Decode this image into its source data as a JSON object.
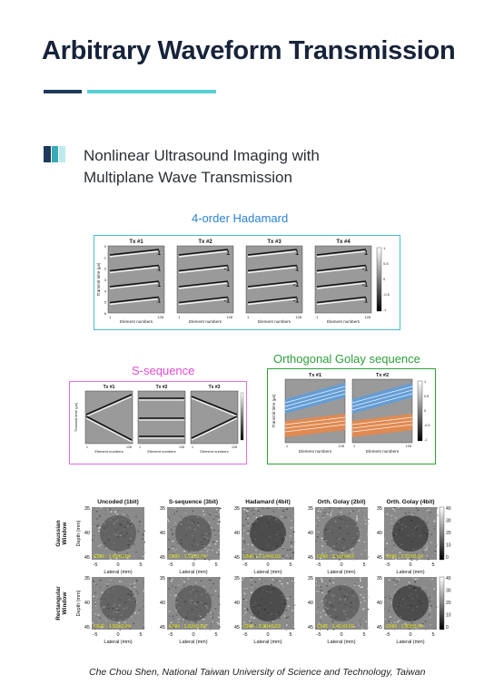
{
  "title": "Arbitrary Waveform Transmission",
  "subtitle_line1": "Nonlinear Ultrasound Imaging with",
  "subtitle_line2": "Multiplane Wave Transmission",
  "colors": {
    "title": "#17233a",
    "accent_dark": "#1d3a5c",
    "accent_light": "#58cfd3",
    "hadamard_border": "#48bcd8",
    "s_seq_border": "#e86fe0",
    "golay_border": "#2e9e3c"
  },
  "hadamard": {
    "heading": "4-order Hadamard",
    "tx_labels": [
      "Tx #1",
      "Tx #2",
      "Tx #3",
      "Tx #4"
    ],
    "sign_rows": [
      [
        "1",
        "1",
        "1",
        "1"
      ],
      [
        "1",
        "-1",
        "1",
        "-1"
      ],
      [
        "1",
        "1",
        "-1",
        "-1"
      ],
      [
        "1",
        "-1",
        "-1",
        "1"
      ]
    ],
    "ylabel": "Transmit time (μs)",
    "xlabel": "Element numbers",
    "y_ticks": [
      "0",
      "1",
      "2",
      "3",
      "4",
      "5",
      "6"
    ],
    "x_ticks": [
      "1",
      "128"
    ],
    "colorbar_ticks": [
      "1",
      "0.5",
      "0",
      "-0.5",
      "-1"
    ]
  },
  "s_sequence": {
    "heading": "S-sequence",
    "tx_labels": [
      "Tx #1",
      "Tx #2",
      "Tx #3"
    ],
    "ylabel": "Transmit time (μs)",
    "xlabel": "Element numbers",
    "x_ticks": [
      "1",
      "128"
    ]
  },
  "golay": {
    "heading": "Orthogonal Golay sequence",
    "tx_labels": [
      "Tx #1",
      "Tx #2"
    ],
    "ylabel": "Transmit time (μs)",
    "xlabel": "Element numbers",
    "x_ticks": [
      "1",
      "128"
    ],
    "colorbar_ticks": [
      "1",
      "0.5",
      "0",
      "-0.5",
      "-1"
    ]
  },
  "bmode": {
    "columns": [
      "Uncoded (1bit)",
      "S-sequence (3bit)",
      "Hadamard (4bit)",
      "Orth. Golay (2bit)",
      "Orth. Golay (4bit)"
    ],
    "rows": [
      {
        "label": "Gaussian Window",
        "cnr": [
          "CNR : 1.61±0.04",
          "CNR : 1.72±0.04",
          "CNR : 2.14±0.03",
          "CNR : 2.11±0.03",
          "CNR : 2.21±0.04"
        ]
      },
      {
        "label": "Rectangular Window",
        "cnr": [
          "CNR : 1.52±0.04",
          "CNR : 1.62±0.04",
          "CNR : 2.30±0.03",
          "CNR : 1.41±0.02",
          "CNR : 1.90±0.04"
        ]
      }
    ],
    "ylabel": "Depth (mm)",
    "y_ticks": [
      "35",
      "40",
      "45"
    ],
    "x_ticks": [
      "-5",
      "0",
      "5"
    ],
    "xlabel": "Lateral (mm)",
    "colorbar_ticks": [
      "40",
      "30",
      "20",
      "10",
      "0"
    ]
  },
  "caption": "Che Chou Shen, National Taiwan University of Science and Technology, Taiwan"
}
